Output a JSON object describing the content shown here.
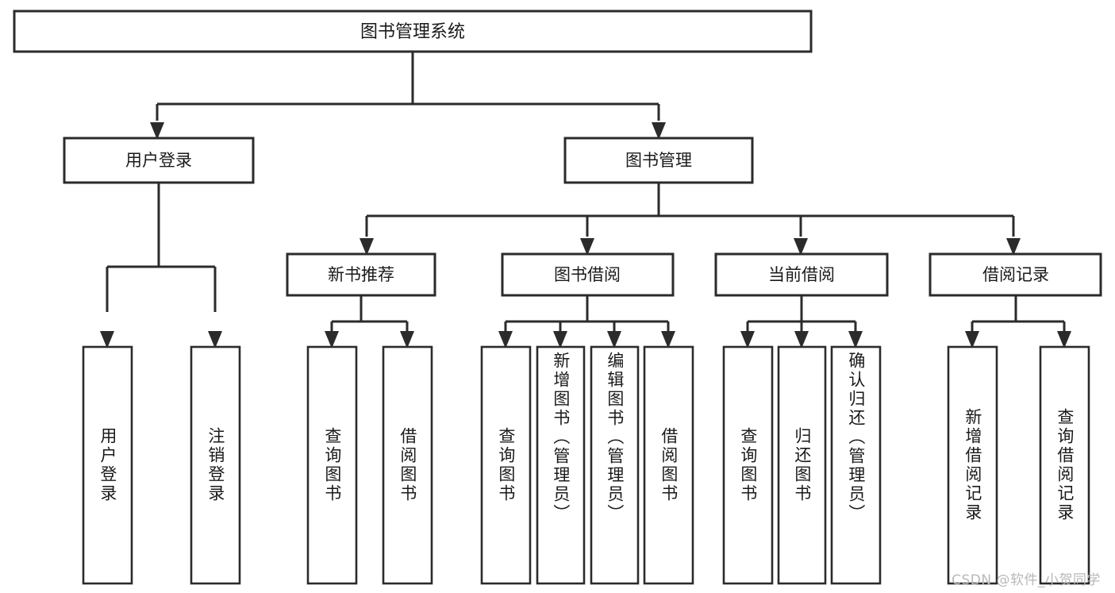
{
  "diagram": {
    "type": "tree",
    "title": "图书管理系统",
    "orientation": "top-down",
    "background_color": "#ffffff",
    "line_color": "#2b2b2b",
    "text_color": "#1a1a1a",
    "root": {
      "label": "图书管理系统"
    },
    "level2": [
      {
        "label": "用户登录"
      },
      {
        "label": "图书管理"
      }
    ],
    "level3": [
      {
        "label": "新书推荐"
      },
      {
        "label": "图书借阅"
      },
      {
        "label": "当前借阅"
      },
      {
        "label": "借阅记录"
      }
    ],
    "leaves": {
      "user_login": [
        {
          "label": "用户登录"
        },
        {
          "label": "注销登录"
        }
      ],
      "new_book_recommend": [
        {
          "label": "查询图书"
        },
        {
          "label": "借阅图书"
        }
      ],
      "book_borrow": [
        {
          "label": "查询图书"
        },
        {
          "label": "新增图书（管理员）"
        },
        {
          "label": "编辑图书（管理员）"
        },
        {
          "label": "借阅图书"
        }
      ],
      "current_borrow": [
        {
          "label": "查询图书"
        },
        {
          "label": "归还图书"
        },
        {
          "label": "确认归还（管理员）"
        }
      ],
      "borrow_record": [
        {
          "label": "新增借阅记录"
        },
        {
          "label": "查询借阅记录"
        }
      ]
    }
  },
  "watermark": {
    "text": "CSDN @软件_小贺同学"
  }
}
